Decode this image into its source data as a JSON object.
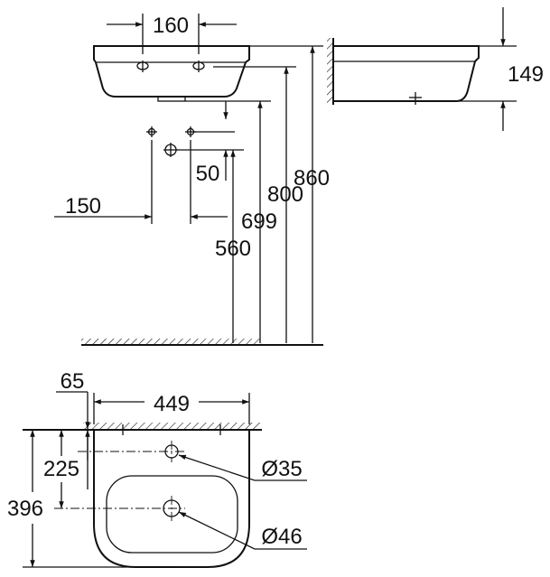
{
  "drawing": {
    "side_view": {
      "tap_hole_spacing": "160",
      "height_rim": "860",
      "height_tap_holes": "800",
      "height_drain": "699",
      "height_fixings": "560",
      "fixing_offset": "50",
      "fixing_spacing": "150",
      "basin_depth": "149"
    },
    "plan_view": {
      "wall_offset": "65",
      "width": "449",
      "projection": "396",
      "tap_hole_distance": "225",
      "tap_hole_diameter": "Ø35",
      "waste_diameter": "Ø46"
    }
  }
}
